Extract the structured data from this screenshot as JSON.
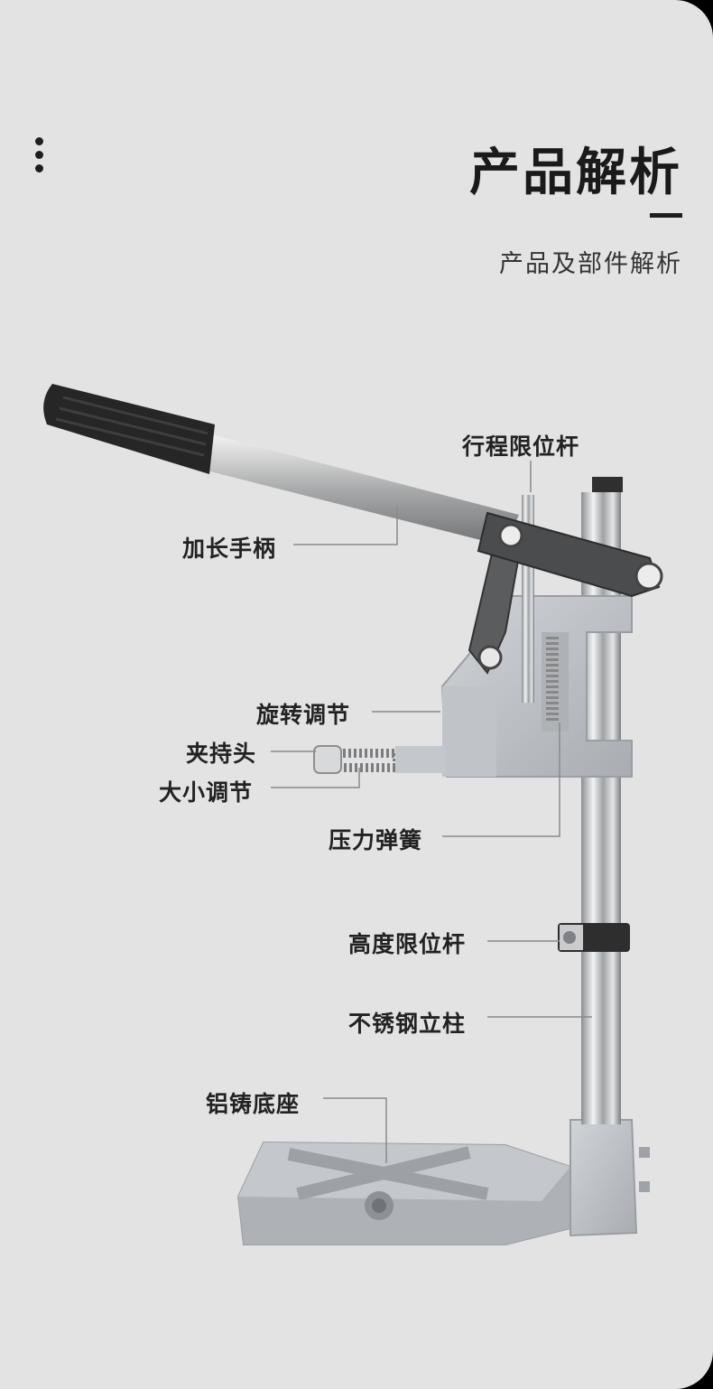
{
  "header": {
    "title": "产品解析",
    "subtitle": "产品及部件解析"
  },
  "labels": {
    "travel_limit_rod": "行程限位杆",
    "extended_handle": "加长手柄",
    "rotation_adjust": "旋转调节",
    "clamp_head": "夹持头",
    "size_adjust": "大小调节",
    "pressure_spring": "压力弹簧",
    "height_limit_rod": "高度限位杆",
    "stainless_column": "不锈钢立柱",
    "cast_aluminum_base": "铝铸底座"
  },
  "colors": {
    "background": "#e3e3e3",
    "aluminum": "#b9bcc1",
    "steel": "#c8cacc",
    "rubber_grip": "#2a2a2a",
    "text": "#222222"
  }
}
